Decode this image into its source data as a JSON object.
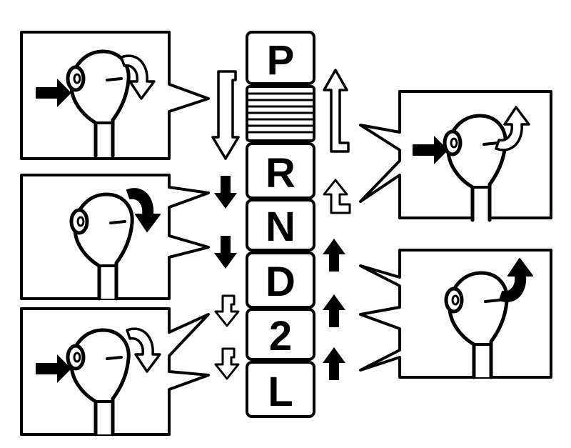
{
  "gates": [
    {
      "key": "P",
      "label": "P"
    },
    {
      "key": "R",
      "label": "R"
    },
    {
      "key": "N",
      "label": "N"
    },
    {
      "key": "D",
      "label": "D"
    },
    {
      "key": "2",
      "label": "2"
    },
    {
      "key": "L",
      "label": "L"
    }
  ],
  "panels": [
    {
      "key": "push-button-down-top-left",
      "button_pressed": true,
      "arrow_direction": "down",
      "arrow_style": "outline"
    },
    {
      "key": "free-move-down-middle-left",
      "button_pressed": false,
      "arrow_direction": "down",
      "arrow_style": "solid"
    },
    {
      "key": "push-button-down-bottom-left",
      "button_pressed": true,
      "arrow_direction": "down",
      "arrow_style": "outline"
    },
    {
      "key": "push-button-up-top-right",
      "button_pressed": true,
      "arrow_direction": "up",
      "arrow_style": "outline"
    },
    {
      "key": "free-move-up-bottom-right",
      "button_pressed": false,
      "arrow_direction": "up",
      "arrow_style": "solid"
    }
  ],
  "colors": {
    "ink": "#000000",
    "paper": "#ffffff"
  }
}
